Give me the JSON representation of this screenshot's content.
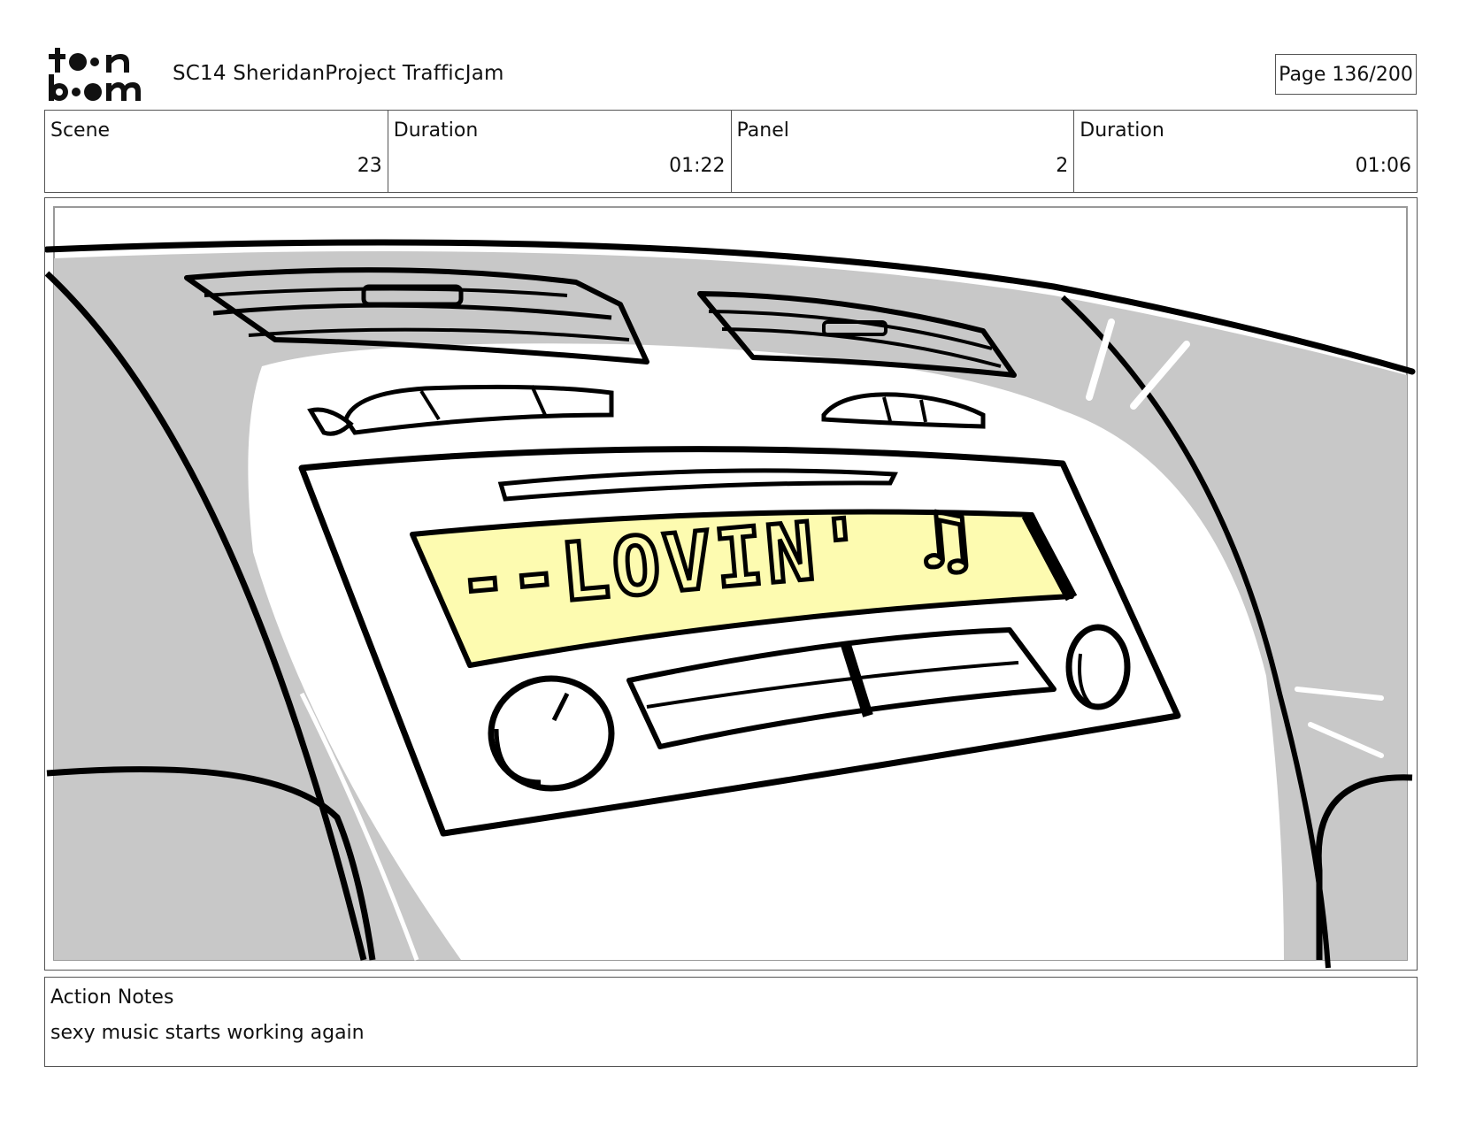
{
  "header": {
    "logo_text": "toon boom",
    "project_title": "SC14 SheridanProject TrafficJam",
    "page_label": "Page 136/200"
  },
  "info": {
    "scene_label": "Scene",
    "scene_value": "23",
    "scene_duration_label": "Duration",
    "scene_duration_value": "01:22",
    "panel_label": "Panel",
    "panel_value": "2",
    "panel_duration_label": "Duration",
    "panel_duration_value": "01:06"
  },
  "panel": {
    "display_text": "--LOVIN' ♫",
    "colors": {
      "dash_gray": "#c8c8c8",
      "display_yellow": "#fdfbb0",
      "ink": "#000000"
    }
  },
  "notes": {
    "label": "Action Notes",
    "text": "sexy music starts working again"
  }
}
